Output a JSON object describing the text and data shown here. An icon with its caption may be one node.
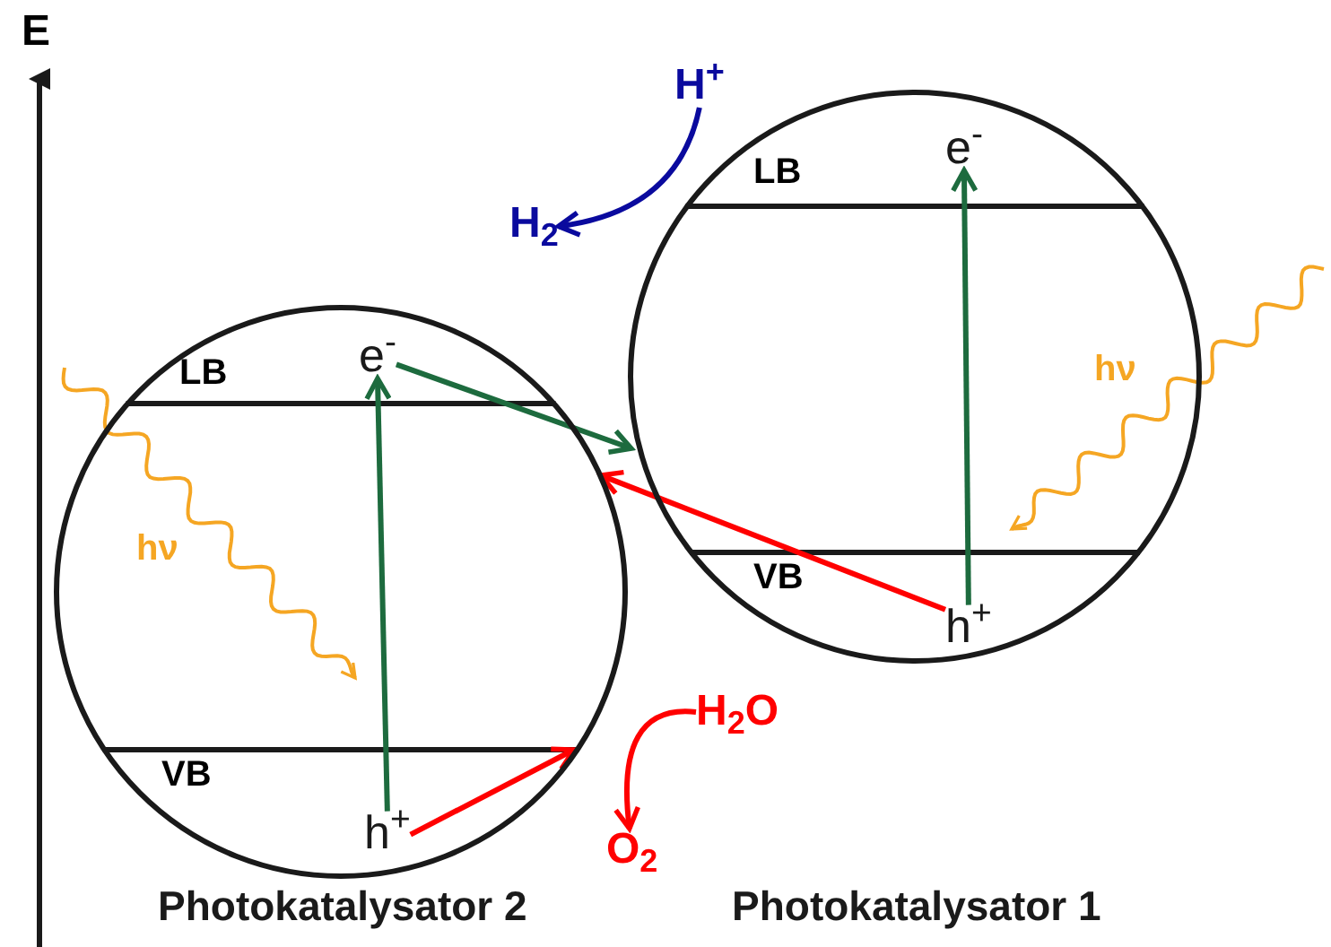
{
  "diagram": {
    "nodes": [
      {
        "text": [],
        "shape": "circle"
      },
      {
        "text": [],
        "shape": "circle"
      },
      {
        "text": [
          "e$^{-}$"
        ],
        "in": 0
      },
      {
        "text": [
          "h$^{+}$"
        ],
        "in": 0
      },
      {
        "text": [
          "e$^{-}$"
        ],
        "in": 1
      },
      {
        "text": [
          "h$^{+}$"
        ],
        "in": 1
      },
      {
        "text": [
          "H$^{+}$"
        ]
      },
      {
        "text": [
          "H$_{2}$"
        ]
      },
      {
        "text": [
          "H$_{2}$O"
        ]
      },
      {
        "text": [
          "O$_{2}$"
        ]
      }
    ],
    "edges": [
      {
        "from": 3,
        "to": 2,
        "arrow": "to",
        "color": "#1d6b3e"
      },
      {
        "from": 5,
        "to": 4,
        "arrow": "to",
        "color": "#1d6b3e"
      },
      {
        "from": 2,
        "to": 1,
        "arrow": "to",
        "color": "#1d6b3e"
      },
      {
        "from": 5,
        "to": 0,
        "arrow": "to",
        "color": "#ff0000"
      },
      {
        "from": 3,
        "to": null,
        "arrow": "to",
        "color": "#ff0000"
      },
      {
        "from": 6,
        "to": 7,
        "arrow": "to",
        "color": "#0a0a9e"
      },
      {
        "from": 8,
        "to": 9,
        "arrow": "to",
        "color": "#ff0000"
      }
    ],
    "labels": [
      "E",
      "LB",
      "VB",
      "LB",
      "VB",
      "hν",
      "hν",
      "Photokatalysator 2",
      "Photokatalysator 1"
    ]
  }
}
